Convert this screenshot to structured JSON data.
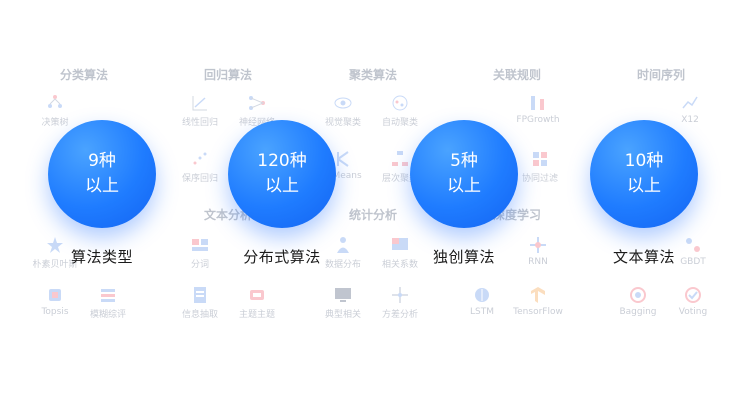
{
  "stats": [
    {
      "line1": "9种",
      "line2": "以上",
      "label": "算法类型"
    },
    {
      "line1": "120种",
      "line2": "以上",
      "label": "分布式算法"
    },
    {
      "line1": "5种",
      "line2": "以上",
      "label": "独创算法"
    },
    {
      "line1": "10种",
      "line2": "以上",
      "label": "文本算法"
    }
  ],
  "background": {
    "category_titles": [
      "分类算法",
      "回归算法",
      "聚类算法",
      "关联规则",
      "时间序列",
      "文本分析",
      "统计分析",
      "深度学习"
    ],
    "algorithms": [
      "决策树",
      "线性回归",
      "神经网络",
      "视觉聚类",
      "自动聚类",
      "FPGrowth",
      "X12",
      "保序回归",
      "K-Means",
      "层次聚类",
      "协同过滤",
      "朴素贝叶斯",
      "分词",
      "数据分布",
      "相关系数",
      "RNN",
      "GBDT",
      "Topsis",
      "模糊综评",
      "信息抽取",
      "主题主题",
      "典型相关",
      "方差分析",
      "LSTM",
      "TensorFlow",
      "Bagging",
      "Voting"
    ]
  },
  "colors": {
    "circle": "#1f7cff",
    "icon_accent": "#f0586a",
    "icon_blue": "#5b8fe8"
  }
}
